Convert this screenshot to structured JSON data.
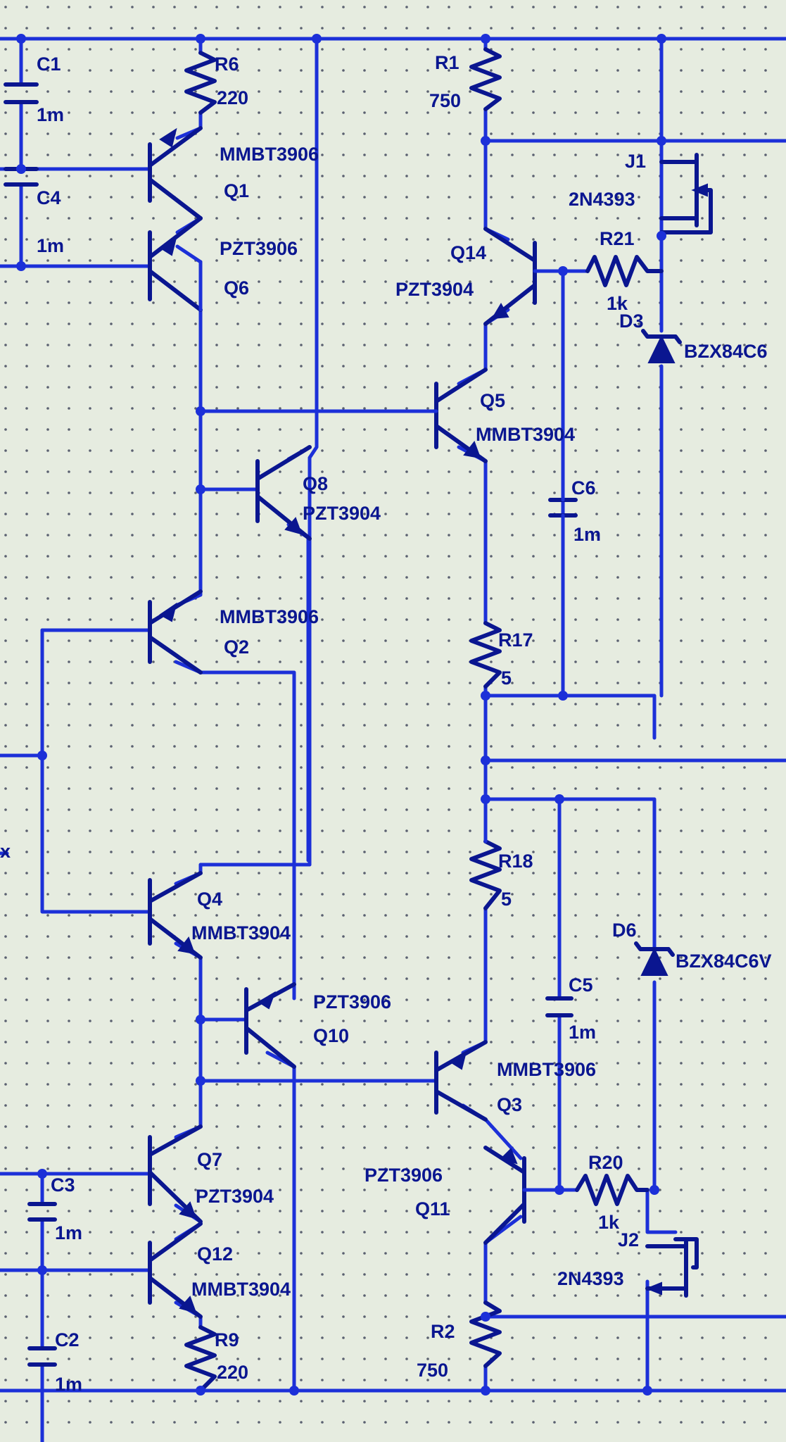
{
  "components": {
    "C1": {
      "ref": "C1",
      "value": "1m"
    },
    "C4": {
      "ref": "C4",
      "value": "1m"
    },
    "C3": {
      "ref": "C3",
      "value": "1m"
    },
    "C2": {
      "ref": "C2",
      "value": "1m"
    },
    "C6": {
      "ref": "C6",
      "value": "1m"
    },
    "C5": {
      "ref": "C5",
      "value": "1m"
    },
    "R6": {
      "ref": "R6",
      "value": "220"
    },
    "R9": {
      "ref": "R9",
      "value": "220"
    },
    "R1": {
      "ref": "R1",
      "value": "750"
    },
    "R2": {
      "ref": "R2",
      "value": "750"
    },
    "R17": {
      "ref": "R17",
      "value": "5"
    },
    "R18": {
      "ref": "R18",
      "value": "5"
    },
    "R21": {
      "ref": "R21",
      "value": "1k"
    },
    "R20": {
      "ref": "R20",
      "value": "1k"
    },
    "Q1": {
      "ref": "Q1",
      "model": "MMBT3906"
    },
    "Q6": {
      "ref": "Q6",
      "model": "PZT3906"
    },
    "Q2": {
      "ref": "Q2",
      "model": "MMBT3906"
    },
    "Q8": {
      "ref": "Q8",
      "model": "PZT3904"
    },
    "Q4": {
      "ref": "Q4",
      "model": "MMBT3904"
    },
    "Q10": {
      "ref": "Q10",
      "model": "PZT3906"
    },
    "Q7": {
      "ref": "Q7",
      "model": "PZT3904"
    },
    "Q12": {
      "ref": "Q12",
      "model": "MMBT3904"
    },
    "Q14": {
      "ref": "Q14",
      "model": "PZT3904"
    },
    "Q5": {
      "ref": "Q5",
      "model": "MMBT3904"
    },
    "Q3": {
      "ref": "Q3",
      "model": "MMBT3906"
    },
    "Q11": {
      "ref": "Q11",
      "model": "PZT3906"
    },
    "J1": {
      "ref": "J1",
      "model": "2N4393"
    },
    "J2": {
      "ref": "J2",
      "model": "2N4393"
    },
    "D3": {
      "ref": "D3",
      "model": "BZX84C6"
    },
    "D6": {
      "ref": "D6",
      "model": "BZX84C6V"
    }
  },
  "edge_marks": {
    "left_x": "x"
  },
  "colors": {
    "background": "#e6ece0",
    "wire": "#1c30d8",
    "component": "#0a1690",
    "grid_dot": "#5a6070"
  }
}
